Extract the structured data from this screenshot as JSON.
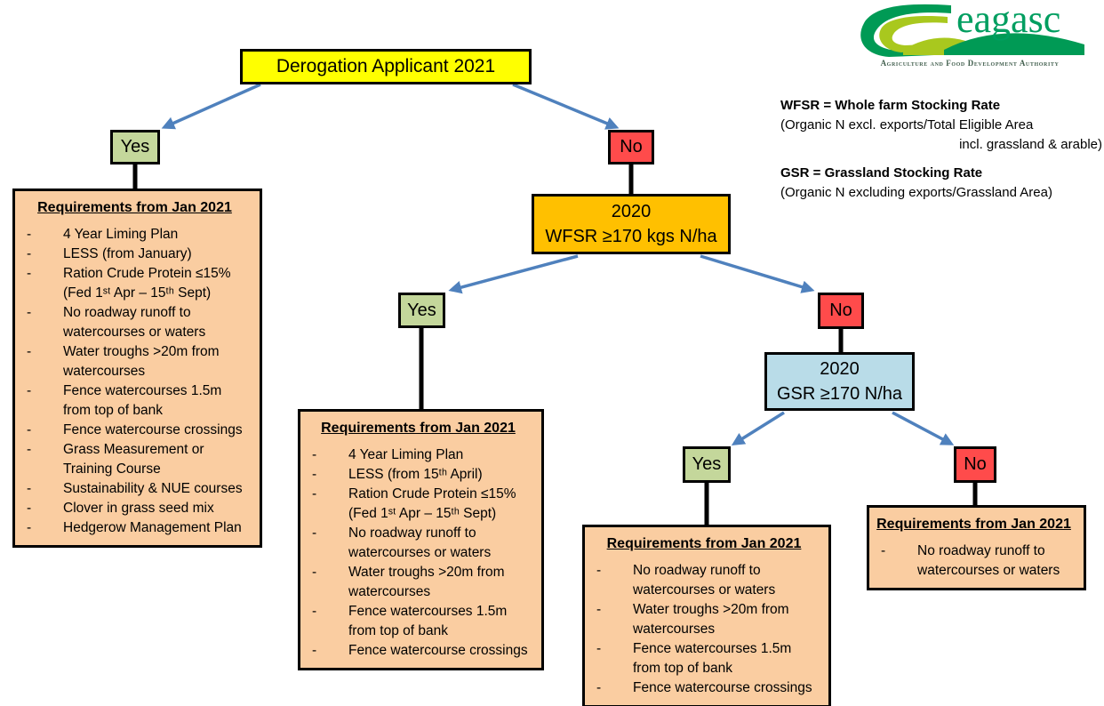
{
  "bullet": "-",
  "colors": {
    "yellow": "#FFFF00",
    "orange": "#FFC000",
    "light_blue": "#B9DCE8",
    "green": "#C4D79B",
    "red": "#FF4B4B",
    "peach": "#FACDA1",
    "arrow_blue": "#4F81BD",
    "logo_green": "#009E60",
    "logo_lime": "#A9C81E"
  },
  "title_box": {
    "label": "Derogation Applicant 2021"
  },
  "logo": {
    "wordmark": "eagasc",
    "subtitle": "Agriculture and Food Development Authority"
  },
  "legend": {
    "wfsr_title": "WFSR = Whole farm Stocking Rate",
    "wfsr_def_line1": "(Organic N excl. exports/Total Eligible Area",
    "wfsr_def_line2": "incl. grassland & arable)",
    "gsr_title": "GSR = Grassland Stocking Rate",
    "gsr_def": "(Organic N excluding exports/Grassland Area)"
  },
  "decision_labels": {
    "yes": "Yes",
    "no": "No"
  },
  "wfsr_node": {
    "line1": "2020",
    "line2": "WFSR ≥170 kgs N/ha"
  },
  "gsr_node": {
    "line1": "2020",
    "line2": "GSR ≥170 N/ha"
  },
  "requirements": {
    "left": {
      "heading": "Requirements from Jan 2021",
      "items": [
        "4 Year Liming Plan",
        "LESS (from January)",
        "Ration Crude Protein ≤15%\n(Fed 1ˢᵗ Apr – 15ᵗʰ Sept)",
        "No roadway runoff to\nwatercourses or waters",
        "Water troughs >20m from\nwatercourses",
        "Fence watercourses 1.5m\nfrom top of bank",
        "Fence watercourse crossings",
        "Grass Measurement or\nTraining Course",
        "Sustainability & NUE courses",
        "Clover in grass seed mix",
        "Hedgerow Management Plan"
      ]
    },
    "wfsr_yes": {
      "heading": "Requirements from Jan 2021",
      "items": [
        "4 Year Liming Plan",
        "LESS (from 15ᵗʰ April)",
        "Ration Crude Protein ≤15%\n(Fed 1ˢᵗ Apr – 15ᵗʰ Sept)",
        "No roadway runoff to\nwatercourses or waters",
        "Water troughs >20m from\nwatercourses",
        "Fence watercourses 1.5m\nfrom top of bank",
        "Fence watercourse crossings"
      ]
    },
    "gsr_yes": {
      "heading": "Requirements from Jan 2021",
      "items": [
        "No roadway runoff to\nwatercourses or waters",
        "Water troughs >20m from\nwatercourses",
        "Fence watercourses 1.5m\nfrom top of bank",
        "Fence watercourse crossings"
      ]
    },
    "gsr_no": {
      "heading": "Requirements from Jan 2021",
      "items": [
        "No roadway runoff to\nwatercourses or waters"
      ]
    }
  }
}
